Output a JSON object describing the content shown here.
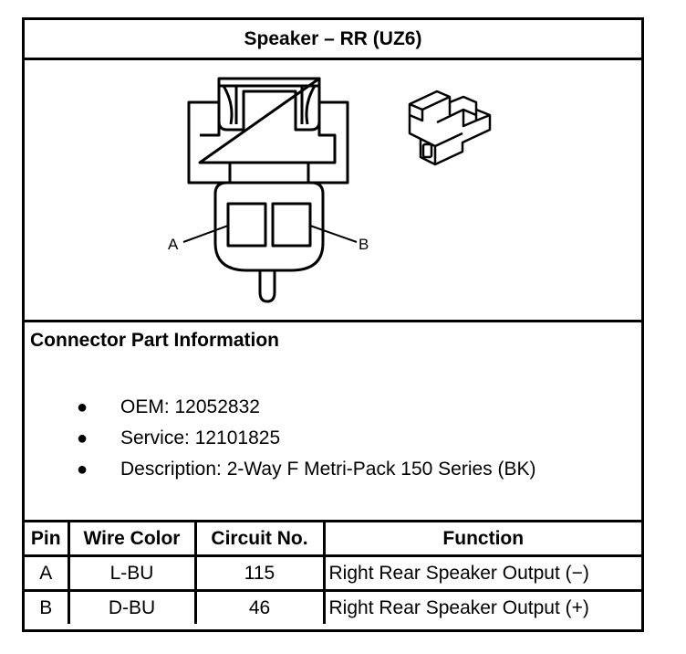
{
  "title": "Speaker – RR (UZ6)",
  "diagram": {
    "pin_labels": [
      "A",
      "B"
    ]
  },
  "connector_info": {
    "heading": "Connector Part Information",
    "items": [
      "OEM: 12052832",
      "Service: 12101825",
      "Description: 2-Way F Metri-Pack 150 Series (BK)"
    ]
  },
  "table": {
    "headers": [
      "Pin",
      "Wire Color",
      "Circuit No.",
      "Function"
    ],
    "rows": [
      [
        "A",
        "L-BU",
        "115",
        "Right Rear Speaker Output (−)"
      ],
      [
        "B",
        "D-BU",
        "46",
        "Right Rear Speaker Output (+)"
      ]
    ]
  }
}
